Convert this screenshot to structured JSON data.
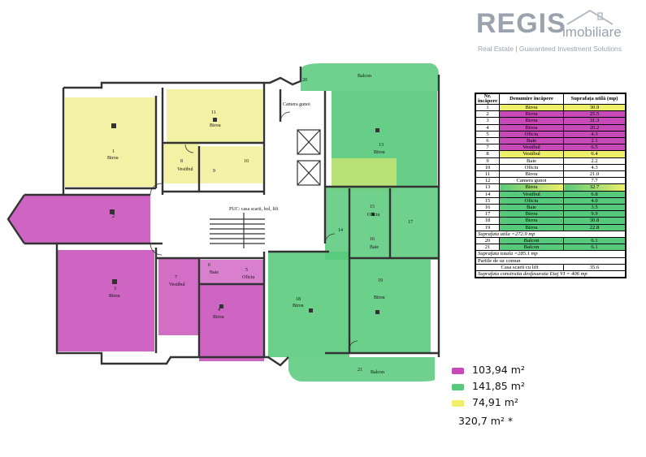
{
  "logo": {
    "brand": "REGIS",
    "sub": "imobiliare",
    "tagline": "Real Estate | Guaranteed Investment Solutions"
  },
  "table": {
    "headers": [
      "Nr. încăpere",
      "Denumire încăpere",
      "Suprafața utilă (mp)"
    ],
    "rows": [
      {
        "nr": "1",
        "name": "Birou",
        "area": "30.9",
        "mark": "y"
      },
      {
        "nr": "2",
        "name": "Birou",
        "area": "25.5",
        "mark": "p"
      },
      {
        "nr": "3",
        "name": "Birou",
        "area": "31.3",
        "mark": "p"
      },
      {
        "nr": "4",
        "name": "Birou",
        "area": "20.2",
        "mark": "p"
      },
      {
        "nr": "5",
        "name": "Oficiu",
        "area": "4.3",
        "mark": "p"
      },
      {
        "nr": "6",
        "name": "Baie",
        "area": "2.1",
        "mark": "p"
      },
      {
        "nr": "7",
        "name": "Vestibul",
        "area": "6.5",
        "mark": "p"
      },
      {
        "nr": "8",
        "name": "Vestibul",
        "area": "6.4",
        "mark": "y"
      },
      {
        "nr": "9",
        "name": "Baie",
        "area": "2.2",
        "mark": ""
      },
      {
        "nr": "10",
        "name": "Oficiu",
        "area": "4.3",
        "mark": ""
      },
      {
        "nr": "11",
        "name": "Birou",
        "area": "21.0",
        "mark": ""
      },
      {
        "nr": "12",
        "name": "Camera gunoi",
        "area": "7.7",
        "mark": ""
      },
      {
        "nr": "13",
        "name": "Birou",
        "area": "32.7",
        "mark": "gy"
      },
      {
        "nr": "14",
        "name": "Vestibul",
        "area": "6.8",
        "mark": "g"
      },
      {
        "nr": "15",
        "name": "Oficiu",
        "area": "4.0",
        "mark": "g"
      },
      {
        "nr": "16",
        "name": "Baie",
        "area": "3.5",
        "mark": "g"
      },
      {
        "nr": "17",
        "name": "Birou",
        "area": "9.9",
        "mark": "g"
      },
      {
        "nr": "18",
        "name": "Birou",
        "area": "30.8",
        "mark": "g"
      },
      {
        "nr": "19",
        "name": "Birou",
        "area": "22.8",
        "mark": "g"
      }
    ],
    "suprafata_utila": "Suprafata utila =272.9 mp",
    "balcony_rows": [
      {
        "nr": "20",
        "name": "Balcon",
        "area": "6.1",
        "mark": "g"
      },
      {
        "nr": "21",
        "name": "Balcon",
        "area": "6.1",
        "mark": "g"
      }
    ],
    "suprafata_totala": "Suprafata totala =285.1 mp",
    "parti_comune": "Partile de uz comun",
    "casa_scarii_label": "Casa scarii cu lift",
    "casa_scarii_area": "35.6",
    "suprafata_construita": "Suprafata construita desfasurata Etaj VI = 406 mp"
  },
  "legend": [
    {
      "text": "103,94 m²",
      "color": "#c74ab8"
    },
    {
      "text": "141,85 m²",
      "color": "#57c97a"
    },
    {
      "text": "74,91 m²",
      "color": "#eef06a"
    },
    {
      "text": "320,7 m² *",
      "color": ""
    }
  ],
  "plan_labels": {
    "balcon_top": "Balcon",
    "balcon_bottom": "Balcon",
    "camera_gunoi": "Camera gunoi",
    "puc": "PUC: casa scarii, hol, lift",
    "birou": "Birou",
    "vestibul": "Vestibul",
    "oficiu": "Oficiu",
    "baie": "Baie",
    "n1": "1",
    "n2": "2",
    "n3": "3",
    "n4": "4",
    "n5": "5",
    "n6": "6",
    "n7": "7",
    "n8": "8",
    "n9": "9",
    "n10": "10",
    "n11": "11",
    "n13": "13",
    "n14": "14",
    "n15": "15",
    "n16": "16",
    "n17": "17",
    "n18": "18",
    "n19": "19",
    "n20": "20",
    "n21": "21"
  },
  "colors": {
    "purple": "#c74ab8",
    "green": "#57c97a",
    "yellow": "#eef06a"
  }
}
